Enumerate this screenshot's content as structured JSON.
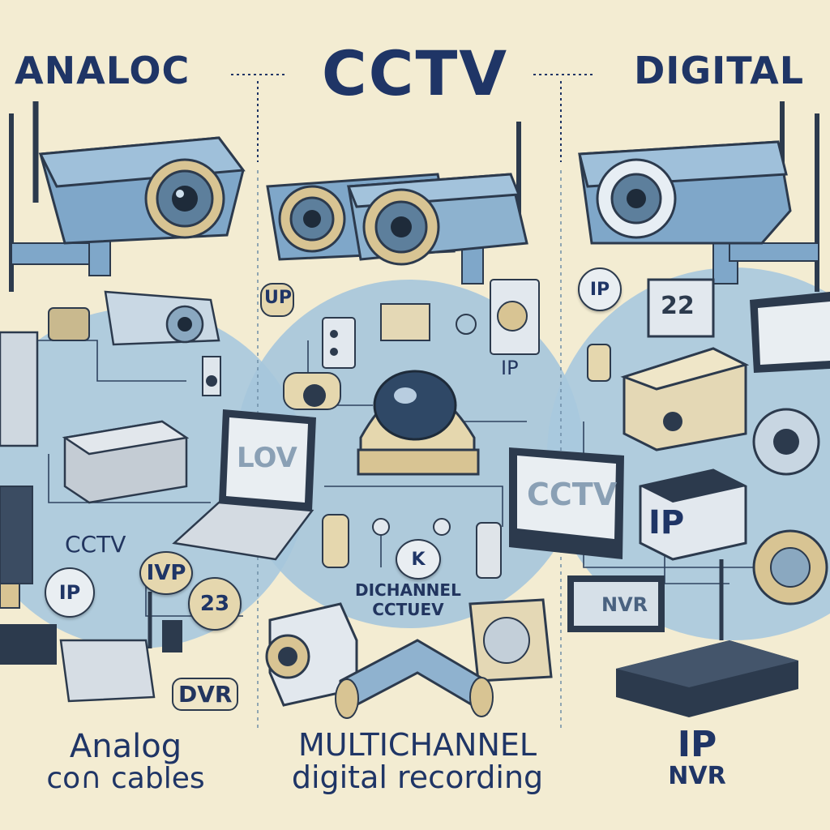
{
  "headings": {
    "left": "ANALOC",
    "center": "CCTV",
    "right": "DIGITAL"
  },
  "left_panel": {
    "cctv_label": "CCTV",
    "ivp_badge": "IVP",
    "ip_badge": "IP",
    "num_badge": "23",
    "dvr_label": "DVR",
    "laptop_screen": "LOV",
    "footer_line1": "Analog",
    "footer_line2": "co∩ cables"
  },
  "center_panel": {
    "ip_badge": "UP",
    "ip_label": "IP",
    "k_badge": "K",
    "channel_line1": "DICHANNEL",
    "channel_line2": "CCTUEV",
    "footer_line1": "MULTICHANNEL",
    "footer_line2": "digital recording"
  },
  "right_panel": {
    "ip_badge": "IP",
    "monitor_text": "CCTV",
    "box_text": "IP",
    "nvr_screen": "NVR",
    "small_screen": "22",
    "footer_line1": "IP",
    "footer_line2": "NVR"
  },
  "colors": {
    "background": "#f3ecd2",
    "circle": "#a9c9de",
    "heading": "#1f3566",
    "camera_body": "#7fa7c9",
    "lens_ring": "#d8c493",
    "device_dark": "#2c3a4d"
  }
}
